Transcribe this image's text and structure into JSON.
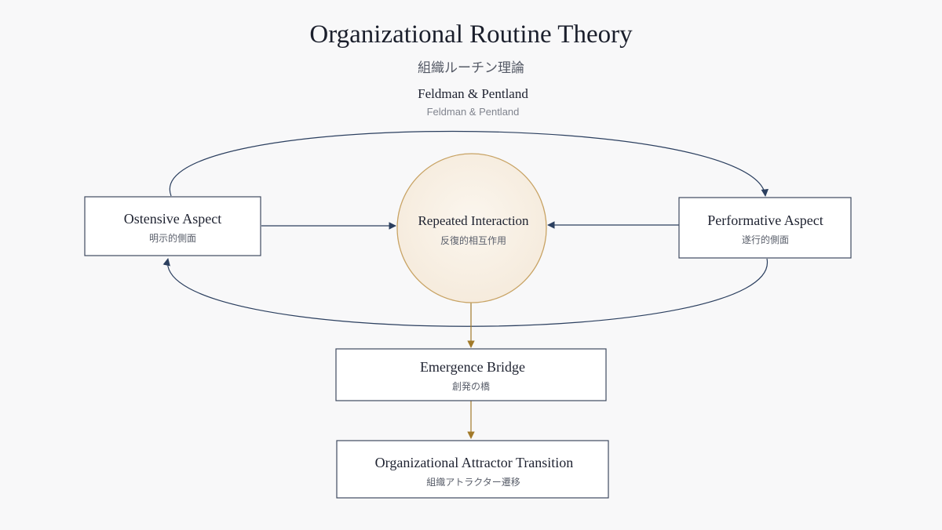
{
  "header": {
    "title": "Organizational Routine Theory",
    "subtitle": "組織ルーチン理論",
    "authors": "Feldman & Pentland",
    "authors_sub": "Feldman & Pentland"
  },
  "nodes": {
    "ostensive": {
      "label": "Ostensive Aspect",
      "sub": "明示的側面"
    },
    "repeated": {
      "label": "Repeated Interaction",
      "sub": "反復的相互作用"
    },
    "performative": {
      "label": "Performative Aspect",
      "sub": "遂行的側面"
    },
    "emergence": {
      "label": "Emergence Bridge",
      "sub": "創発の橋"
    },
    "attractor": {
      "label": "Organizational Attractor Transition",
      "sub": "組織アトラクター遷移"
    }
  },
  "colors": {
    "navy_arrow": "#2b3f5f",
    "gold_arrow": "#a27a2a",
    "circle_fill": "#f8efe2",
    "circle_stroke": "#c8a364",
    "box_stroke": "#3f4a60"
  }
}
